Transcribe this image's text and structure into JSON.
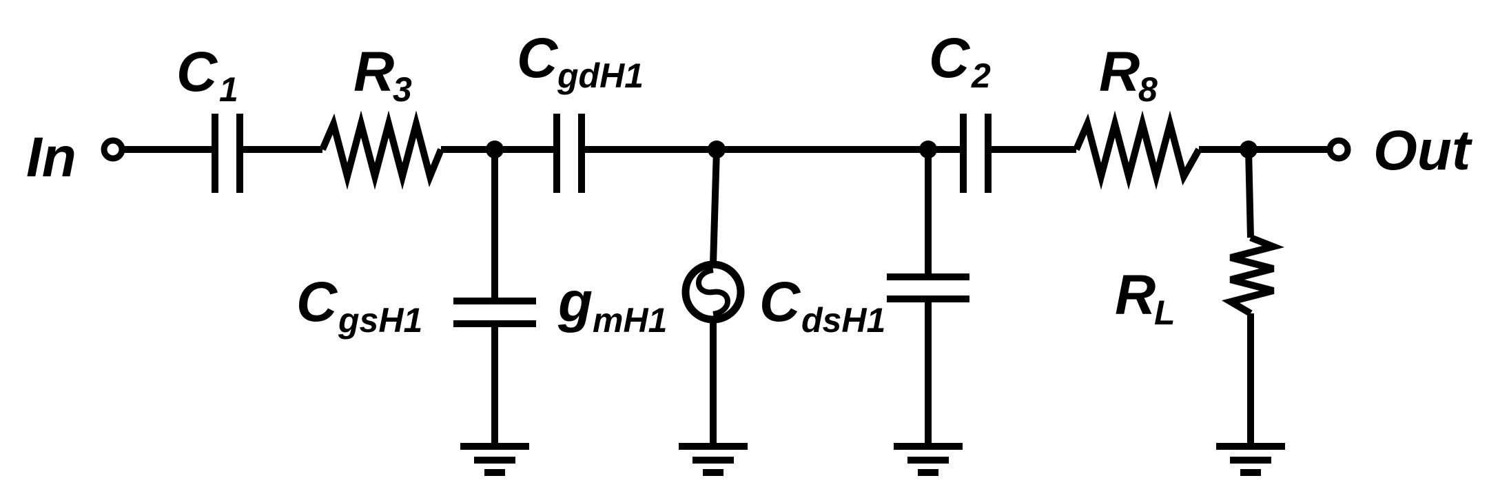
{
  "colors": {
    "wire": "#000000",
    "background": "#ffffff"
  },
  "ports": {
    "input": {
      "label": "In"
    },
    "output": {
      "label": "Out"
    }
  },
  "components": {
    "c1": {
      "base": "C",
      "sub": "1"
    },
    "r3": {
      "base": "R",
      "sub": "3"
    },
    "cgdh1": {
      "base": "C",
      "sub": "gdH1"
    },
    "c2": {
      "base": "C",
      "sub": "2"
    },
    "r8": {
      "base": "R",
      "sub": "8"
    },
    "cgsh1": {
      "base": "C",
      "sub": "gsH1"
    },
    "gmh1": {
      "base": "g",
      "sub": "mH1"
    },
    "cdsh1": {
      "base": "C",
      "sub": "dsH1"
    },
    "rl": {
      "base": "R",
      "sub": "L"
    }
  },
  "icons": {
    "current_source": "current-source-icon",
    "ground": "ground-icon",
    "capacitor": "capacitor-icon",
    "resistor": "resistor-icon",
    "terminal": "terminal-icon"
  }
}
